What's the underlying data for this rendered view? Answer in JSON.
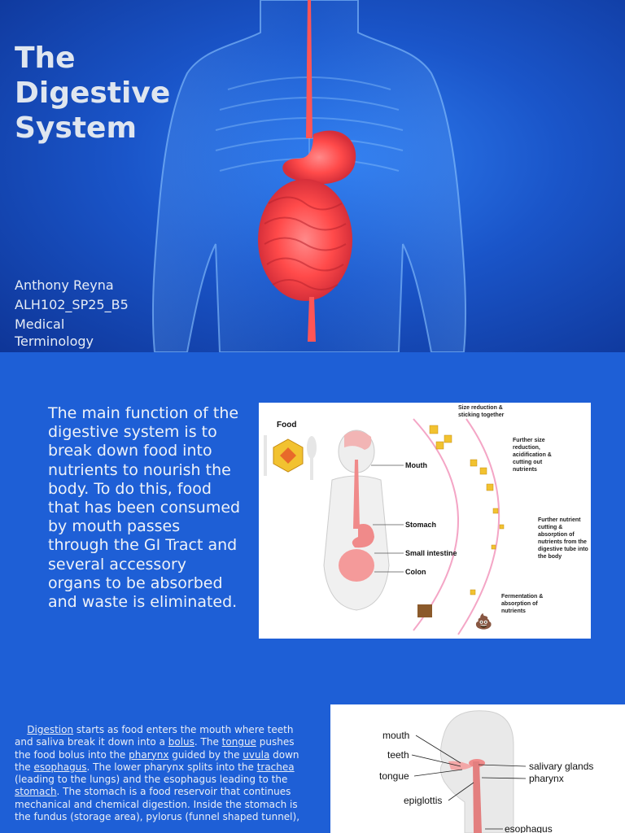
{
  "slide1": {
    "title_line1": "The",
    "title_line2": "Digestive",
    "title_line3": "System",
    "author": "Anthony Reyna",
    "course": "ALH102_SP25_B5",
    "subject_line1": "Medical",
    "subject_line2": "Terminology"
  },
  "slide2": {
    "text": "The main function of the digestive system is to break down food into nutrients to nourish the body. To do this, food that has been consumed by mouth passes through the GI Tract and several accessory organs to be absorbed and waste is eliminated.",
    "figure": {
      "food": "Food",
      "mouth": "Mouth",
      "stomach": "Stomach",
      "small_intestine": "Small intestine",
      "colon": "Colon",
      "step1_line1": "Size reduction &",
      "step1_line2": "sticking together",
      "step2_line1": "Further size",
      "step2_line2": "reduction,",
      "step2_line3": "acidification &",
      "step2_line4": "cutting out",
      "step2_line5": "nutrients",
      "step3_line1": "Further nutrient",
      "step3_line2": "cutting &",
      "step3_line3": "absorption of",
      "step3_line4": "nutrients from the",
      "step3_line5": "digestive tube into",
      "step3_line6": "the body",
      "step4_line1": "Fermentation &",
      "step4_line2": "absorption of",
      "step4_line3": "nutrients"
    }
  },
  "slide3": {
    "text": {
      "p1": "Digestion",
      "p2": " starts as food enters the mouth where teeth and saliva break it down into a ",
      "p3": "bolus",
      "p4": ". The ",
      "p5": "tongue",
      "p6": " pushes the food bolus into the ",
      "p7": "pharynx",
      "p8": " guided by the ",
      "p9": "uvula",
      "p10": " down the ",
      "p11": "esophagus",
      "p12": ". The lower pharynx splits into the ",
      "p13": "trachea",
      "p14": " (leading to the lungs) and the esophagus leading to the ",
      "p15": "stomach",
      "p16": ". The stomach is a food reservoir that continues mechanical and chemical digestion. Inside the stomach is the fundus (storage area), pylorus (funnel shaped tunnel),"
    },
    "figure": {
      "mouth": "mouth",
      "teeth": "teeth",
      "tongue": "tongue",
      "epiglottis": "epiglottis",
      "salivary_glands": "salivary glands",
      "pharynx": "pharynx",
      "esophagus": "esophagus"
    }
  },
  "colors": {
    "slide_blue": "#1e5fd6",
    "title_text": "#dfe6ef",
    "organ_red": "#ff4a4a"
  }
}
